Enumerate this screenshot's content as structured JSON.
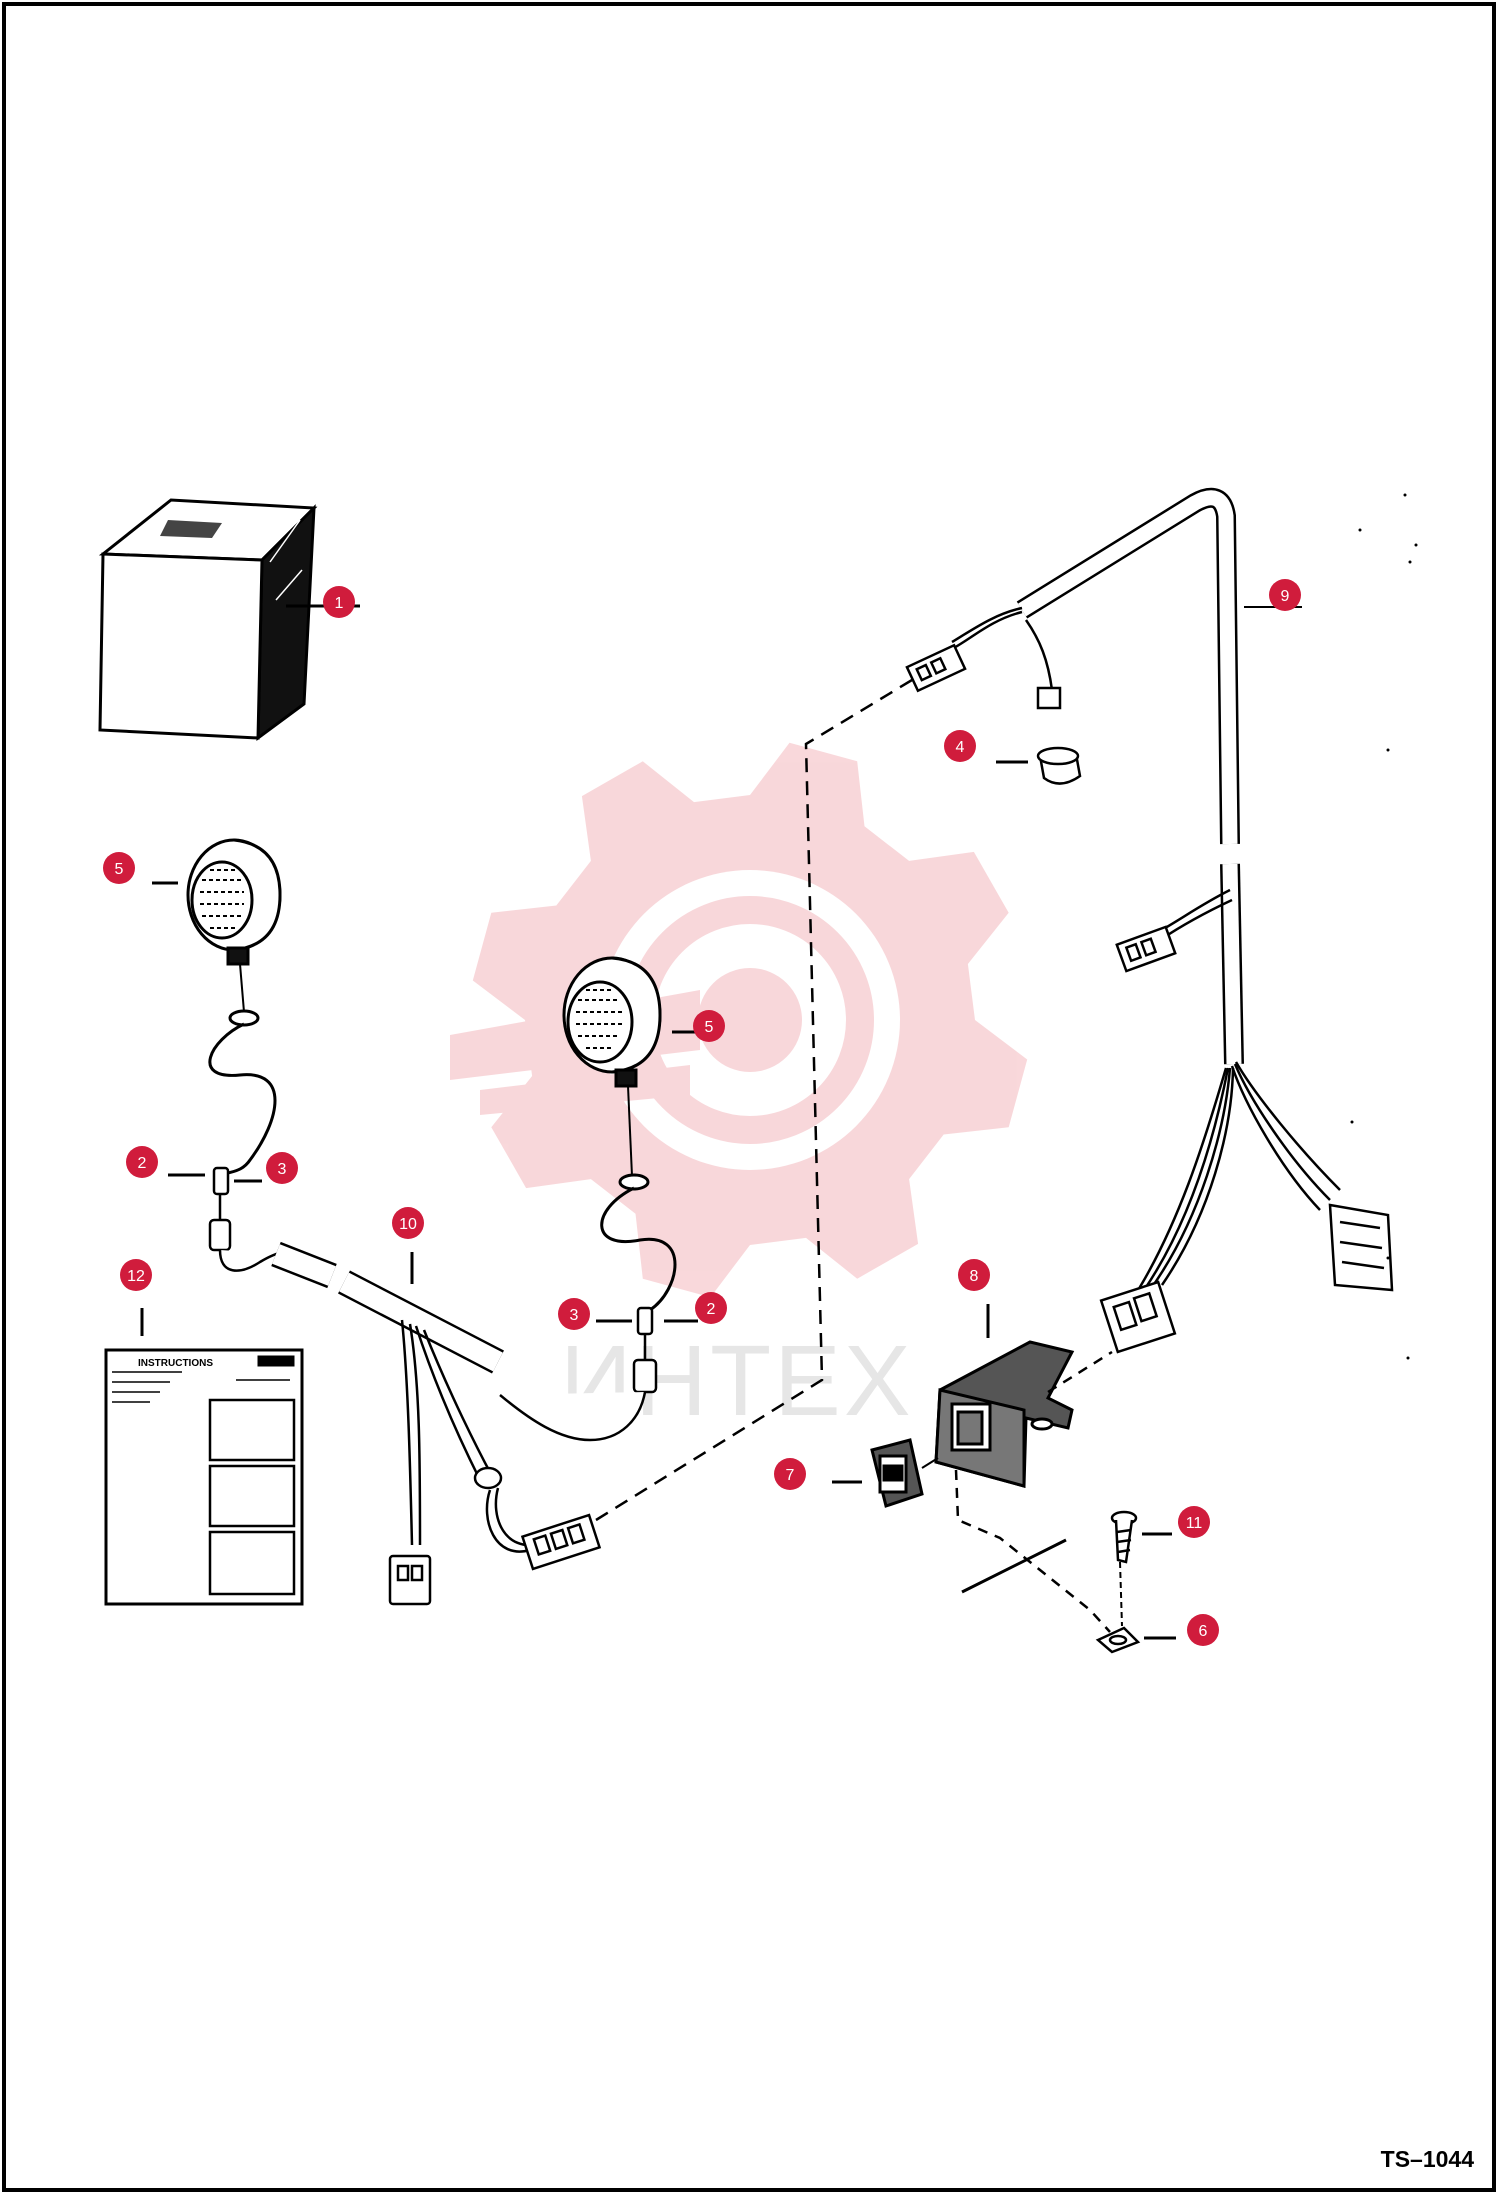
{
  "document": {
    "code": "TS–1044"
  },
  "watermark": {
    "text": "ИНТЕХ",
    "color": "#f4b8bd"
  },
  "callout_color": "#d01c3c",
  "callouts": [
    {
      "number": "1",
      "part": "relay-box"
    },
    {
      "number": "2",
      "part": "wire-terminal"
    },
    {
      "number": "3",
      "part": "wire-terminal"
    },
    {
      "number": "2",
      "part": "wire-terminal"
    },
    {
      "number": "3",
      "part": "wire-terminal"
    },
    {
      "number": "4",
      "part": "lamp-socket"
    },
    {
      "number": "5",
      "part": "work-light"
    },
    {
      "number": "5",
      "part": "work-light"
    },
    {
      "number": "6",
      "part": "clip"
    },
    {
      "number": "7",
      "part": "rocker-switch"
    },
    {
      "number": "8",
      "part": "switch-bracket"
    },
    {
      "number": "9",
      "part": "main-wire-harness"
    },
    {
      "number": "10",
      "part": "light-wire-harness"
    },
    {
      "number": "11",
      "part": "screw"
    },
    {
      "number": "12",
      "part": "instruction-sheet"
    }
  ],
  "instruction_sheet": {
    "title": "INSTRUCTIONS"
  }
}
